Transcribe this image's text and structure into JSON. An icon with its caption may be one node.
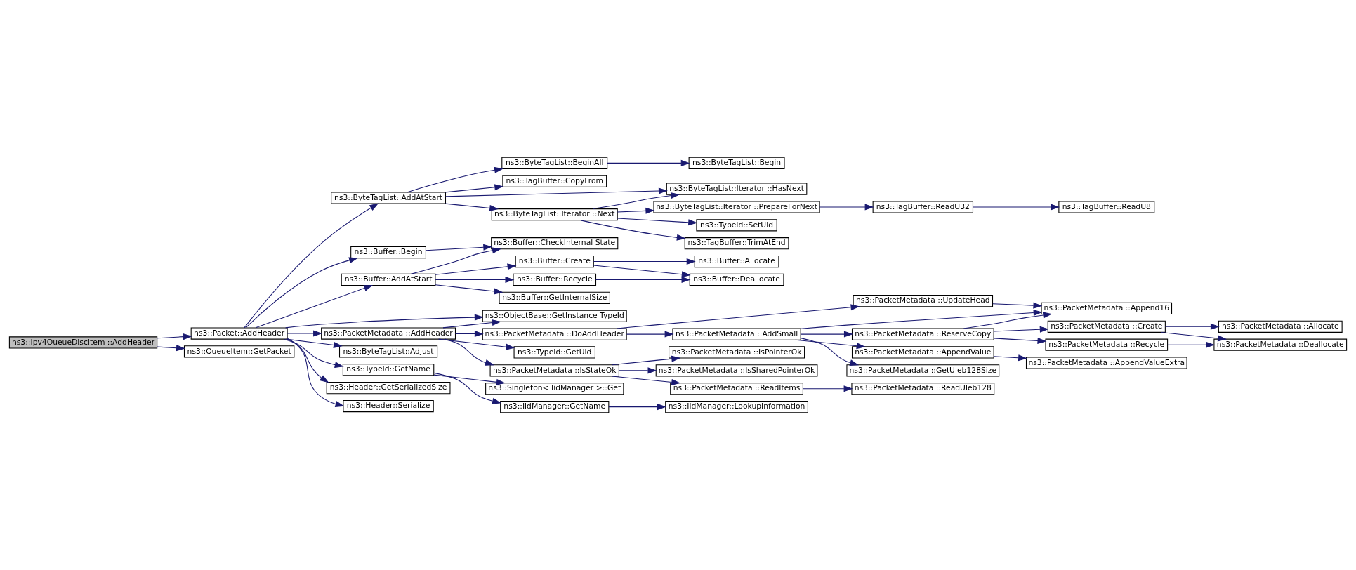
{
  "diagram": {
    "nodes": [
      {
        "text": [
          "ns3::Ipv4QueueDiscItem ::AddHeader"
        ]
      },
      {
        "text": [
          "ns3::Packet::AddHeader"
        ]
      },
      {
        "text": [
          "ns3::QueueItem::GetPacket"
        ]
      },
      {
        "text": [
          "ns3::ByteTagList::AddAtStart"
        ]
      },
      {
        "text": [
          "ns3::Buffer::Begin"
        ]
      },
      {
        "text": [
          "ns3::Buffer::AddAtStart"
        ]
      },
      {
        "text": [
          "ns3::ObjectBase::GetInstance TypeId"
        ]
      },
      {
        "text": [
          "ns3::PacketMetadata ::AddHeader"
        ]
      },
      {
        "text": [
          "ns3::ByteTagList::Adjust"
        ]
      },
      {
        "text": [
          "ns3::TypeId::GetName"
        ]
      },
      {
        "text": [
          "ns3::Header::GetSerializedSize"
        ]
      },
      {
        "text": [
          "ns3::Header::Serialize"
        ]
      },
      {
        "text": [
          "ns3::ByteTagList::BeginAll"
        ]
      },
      {
        "text": [
          "ns3::TagBuffer::CopyFrom"
        ]
      },
      {
        "text": [
          "ns3::ByteTagList::Iterator ::Next"
        ]
      },
      {
        "text": [
          "ns3::Buffer::CheckInternal State"
        ]
      },
      {
        "text": [
          "ns3::Buffer::Create"
        ]
      },
      {
        "text": [
          "ns3::Buffer::Recycle"
        ]
      },
      {
        "text": [
          "ns3::Buffer::GetInternalSize"
        ]
      },
      {
        "text": [
          "ns3::PacketMetadata ::DoAddHeader"
        ]
      },
      {
        "text": [
          "ns3::TypeId::GetUid"
        ]
      },
      {
        "text": [
          "ns3::PacketMetadata ::IsStateOk"
        ]
      },
      {
        "text": [
          "ns3::Singleton< IidManager >::Get"
        ]
      },
      {
        "text": [
          "ns3::IidManager::GetName"
        ]
      },
      {
        "text": [
          "ns3::ByteTagList::Begin"
        ]
      },
      {
        "text": [
          "ns3::ByteTagList::Iterator ::HasNext"
        ]
      },
      {
        "text": [
          "ns3::ByteTagList::Iterator ::PrepareForNext"
        ]
      },
      {
        "text": [
          "ns3::TypeId::SetUid"
        ]
      },
      {
        "text": [
          "ns3::TagBuffer::TrimAtEnd"
        ]
      },
      {
        "text": [
          "ns3::Buffer::Allocate"
        ]
      },
      {
        "text": [
          "ns3::Buffer::Deallocate"
        ]
      },
      {
        "text": [
          "ns3::PacketMetadata ::UpdateHead"
        ]
      },
      {
        "text": [
          "ns3::PacketMetadata ::AddSmall"
        ]
      },
      {
        "text": [
          "ns3::PacketMetadata ::IsPointerOk"
        ]
      },
      {
        "text": [
          "ns3::PacketMetadata ::IsSharedPointerOk"
        ]
      },
      {
        "text": [
          "ns3::PacketMetadata ::ReadItems"
        ]
      },
      {
        "text": [
          "ns3::IidManager::LookupInformation"
        ]
      },
      {
        "text": [
          "ns3::TagBuffer::ReadU32"
        ]
      },
      {
        "text": [
          "ns3::PacketMetadata ::Append16"
        ]
      },
      {
        "text": [
          "ns3::PacketMetadata ::ReserveCopy"
        ]
      },
      {
        "text": [
          "ns3::PacketMetadata ::AppendValue"
        ]
      },
      {
        "text": [
          "ns3::PacketMetadata ::GetUleb128Size"
        ]
      },
      {
        "text": [
          "ns3::PacketMetadata ::ReadUleb128"
        ]
      },
      {
        "text": [
          "ns3::TagBuffer::ReadU8"
        ]
      },
      {
        "text": [
          "ns3::PacketMetadata ::Create"
        ]
      },
      {
        "text": [
          "ns3::PacketMetadata ::Recycle"
        ]
      },
      {
        "text": [
          "ns3::PacketMetadata ::AppendValueExtra"
        ]
      },
      {
        "text": [
          "ns3::PacketMetadata ::Allocate"
        ]
      },
      {
        "text": [
          "ns3::PacketMetadata ::Deallocate"
        ]
      }
    ],
    "edges": [
      {
        "from": 0,
        "to": 1,
        "arrow": "to"
      },
      {
        "from": 0,
        "to": 2,
        "arrow": "to"
      },
      {
        "from": 1,
        "to": 3,
        "arrow": "to"
      },
      {
        "from": 1,
        "to": 4,
        "arrow": "to"
      },
      {
        "from": 1,
        "to": 5,
        "arrow": "to"
      },
      {
        "from": 1,
        "to": 6,
        "arrow": "to"
      },
      {
        "from": 1,
        "to": 7,
        "arrow": "to"
      },
      {
        "from": 1,
        "to": 8,
        "arrow": "to"
      },
      {
        "from": 1,
        "to": 9,
        "arrow": "to"
      },
      {
        "from": 1,
        "to": 10,
        "arrow": "to"
      },
      {
        "from": 1,
        "to": 11,
        "arrow": "to"
      },
      {
        "from": 3,
        "to": 12,
        "arrow": "to"
      },
      {
        "from": 3,
        "to": 13,
        "arrow": "to"
      },
      {
        "from": 3,
        "to": 25,
        "arrow": "to"
      },
      {
        "from": 3,
        "to": 14,
        "arrow": "to"
      },
      {
        "from": 12,
        "to": 24,
        "arrow": "to"
      },
      {
        "from": 14,
        "to": 25,
        "arrow": "to"
      },
      {
        "from": 14,
        "to": 26,
        "arrow": "to"
      },
      {
        "from": 14,
        "to": 27,
        "arrow": "to"
      },
      {
        "from": 14,
        "to": 28,
        "arrow": "to"
      },
      {
        "from": 26,
        "to": 37,
        "arrow": "to"
      },
      {
        "from": 37,
        "to": 43,
        "arrow": "to"
      },
      {
        "from": 4,
        "to": 15,
        "arrow": "to"
      },
      {
        "from": 5,
        "to": 15,
        "arrow": "to"
      },
      {
        "from": 5,
        "to": 16,
        "arrow": "to"
      },
      {
        "from": 5,
        "to": 17,
        "arrow": "to"
      },
      {
        "from": 5,
        "to": 18,
        "arrow": "to"
      },
      {
        "from": 16,
        "to": 29,
        "arrow": "to"
      },
      {
        "from": 16,
        "to": 30,
        "arrow": "to"
      },
      {
        "from": 17,
        "to": 30,
        "arrow": "to"
      },
      {
        "from": 7,
        "to": 6,
        "arrow": "to"
      },
      {
        "from": 7,
        "to": 19,
        "arrow": "to"
      },
      {
        "from": 7,
        "to": 20,
        "arrow": "to"
      },
      {
        "from": 7,
        "to": 21,
        "arrow": "to"
      },
      {
        "from": 19,
        "to": 31,
        "arrow": "to"
      },
      {
        "from": 19,
        "to": 32,
        "arrow": "to"
      },
      {
        "from": 31,
        "to": 38,
        "arrow": "to"
      },
      {
        "from": 32,
        "to": 38,
        "arrow": "to"
      },
      {
        "from": 32,
        "to": 39,
        "arrow": "to"
      },
      {
        "from": 32,
        "to": 40,
        "arrow": "to"
      },
      {
        "from": 32,
        "to": 41,
        "arrow": "to"
      },
      {
        "from": 39,
        "to": 38,
        "arrow": "to"
      },
      {
        "from": 39,
        "to": 44,
        "arrow": "to"
      },
      {
        "from": 39,
        "to": 45,
        "arrow": "to"
      },
      {
        "from": 44,
        "to": 47,
        "arrow": "to"
      },
      {
        "from": 44,
        "to": 48,
        "arrow": "to"
      },
      {
        "from": 45,
        "to": 48,
        "arrow": "to"
      },
      {
        "from": 40,
        "to": 46,
        "arrow": "to"
      },
      {
        "from": 21,
        "to": 33,
        "arrow": "to"
      },
      {
        "from": 21,
        "to": 34,
        "arrow": "to"
      },
      {
        "from": 21,
        "to": 35,
        "arrow": "to"
      },
      {
        "from": 35,
        "to": 42,
        "arrow": "to"
      },
      {
        "from": 9,
        "to": 22,
        "arrow": "to"
      },
      {
        "from": 9,
        "to": 23,
        "arrow": "to"
      },
      {
        "from": 23,
        "to": 36,
        "arrow": "to"
      }
    ]
  }
}
